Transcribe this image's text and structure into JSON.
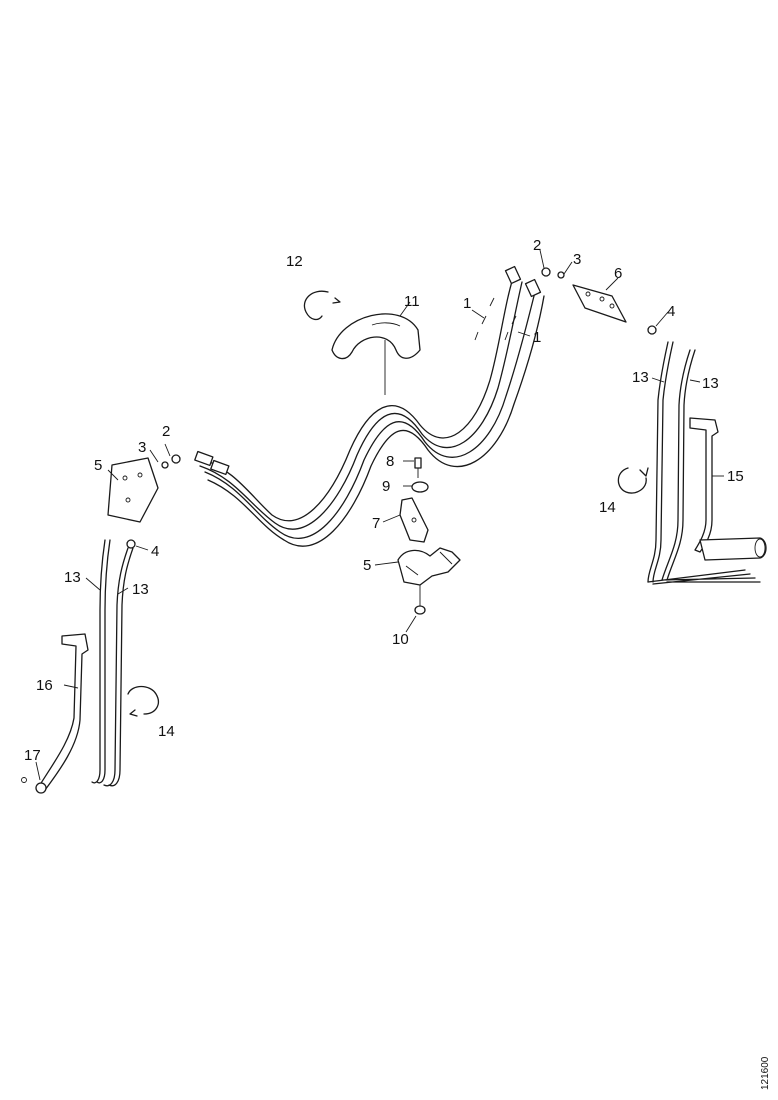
{
  "labels": {
    "p1a": "1",
    "p1b": "1",
    "p2a": "2",
    "p2b": "2",
    "p3a": "3",
    "p3b": "3",
    "p4a": "4",
    "p4b": "4",
    "p5a": "5",
    "p5b": "5",
    "p6": "6",
    "p7": "7",
    "p8": "8",
    "p9": "9",
    "p10": "10",
    "p11": "11",
    "p12": "12",
    "p13a": "13",
    "p13b": "13",
    "p13c": "13",
    "p13d": "13",
    "p14a": "14",
    "p14b": "14",
    "p15": "15",
    "p16": "16",
    "p17": "17"
  },
  "drawing_ref": "121600"
}
